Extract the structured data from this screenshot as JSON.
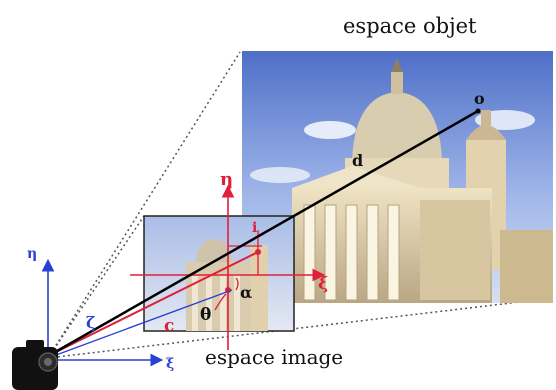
{
  "labels": {
    "object_space": "espace objet",
    "image_space": "espace image"
  },
  "symbols": {
    "eta": "η",
    "xi": "ξ",
    "zeta": "ζ",
    "theta": "θ",
    "alpha": "α",
    "d": "d",
    "o": "o",
    "c": "c",
    "i": "i"
  },
  "icons": [
    "camera-icon"
  ],
  "colors": {
    "ray": "#000000",
    "image_axes": "#e0203a",
    "camera_axes": "#2a3fd6",
    "frustum": "#555555"
  }
}
